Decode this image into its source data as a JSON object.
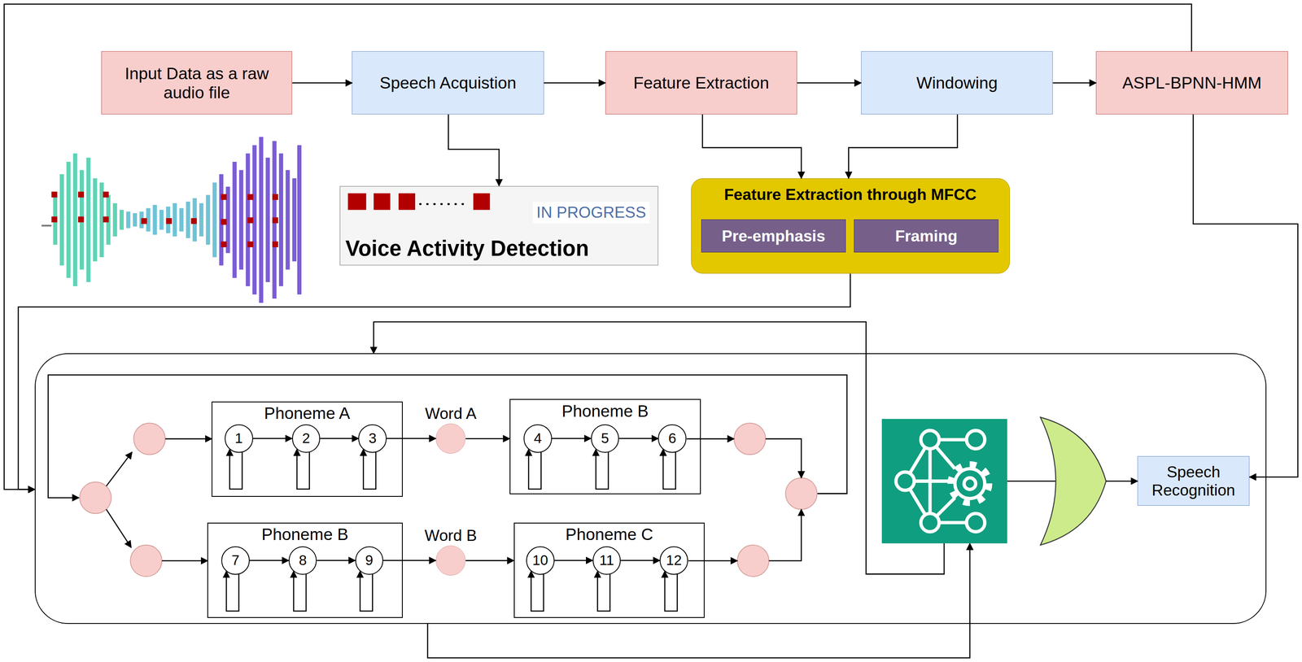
{
  "diagram": {
    "nodes": [
      {
        "text": [
          "Input Data as a raw audio file"
        ]
      },
      {
        "text": [
          "Speech Acquistion"
        ]
      },
      {
        "text": [
          "Feature Extraction"
        ]
      },
      {
        "text": [
          "Windowing"
        ]
      },
      {
        "text": [
          "ASPL-BPNN-HMM"
        ]
      },
      {
        "text": [
          "IN PROGRESS",
          "Voice Activity Detection"
        ]
      },
      {
        "text": [
          "Feature Extraction through MFCC"
        ]
      },
      {
        "text": [
          "Pre-emphasis"
        ],
        "in": 6
      },
      {
        "text": [
          "Framing"
        ],
        "in": 6
      },
      {
        "text": []
      },
      {
        "text": [
          "Phoneme A"
        ],
        "in": 9
      },
      {
        "text": [
          "1"
        ],
        "in": 10
      },
      {
        "text": [
          "2"
        ],
        "in": 10
      },
      {
        "text": [
          "3"
        ],
        "in": 10
      },
      {
        "text": [
          "Word A"
        ],
        "in": 9
      },
      {
        "text": [
          "Phoneme B"
        ],
        "in": 9
      },
      {
        "text": [
          "4"
        ],
        "in": 15
      },
      {
        "text": [
          "5"
        ],
        "in": 15
      },
      {
        "text": [
          "6"
        ],
        "in": 15
      },
      {
        "text": [
          "Phoneme B"
        ],
        "in": 9
      },
      {
        "text": [
          "7"
        ],
        "in": 19
      },
      {
        "text": [
          "8"
        ],
        "in": 19
      },
      {
        "text": [
          "9"
        ],
        "in": 19
      },
      {
        "text": [
          "Word B"
        ],
        "in": 9
      },
      {
        "text": [
          "Phoneme C"
        ],
        "in": 9
      },
      {
        "text": [
          "10"
        ],
        "in": 24
      },
      {
        "text": [
          "11"
        ],
        "in": 24
      },
      {
        "text": [
          "12"
        ],
        "in": 24
      },
      {
        "text": [
          "Speech Recognition"
        ],
        "in": 9
      }
    ],
    "edges": [
      {
        "from": 0,
        "to": 1,
        "arrow": "to"
      },
      {
        "from": 1,
        "to": 2,
        "arrow": "to"
      },
      {
        "from": 2,
        "to": 3,
        "arrow": "to"
      },
      {
        "from": 3,
        "to": 4,
        "arrow": "to"
      },
      {
        "from": 1,
        "to": 5,
        "arrow": "to"
      },
      {
        "from": 2,
        "to": 6,
        "arrow": "to"
      },
      {
        "from": 3,
        "to": 6,
        "arrow": "to"
      },
      {
        "from": 6,
        "to": 9,
        "arrow": "to"
      },
      {
        "from": 4,
        "to": 9,
        "arrow": "to"
      },
      {
        "from": 4,
        "to": 28,
        "arrow": "to"
      },
      {
        "from": 11,
        "to": 12,
        "arrow": "to"
      },
      {
        "from": 12,
        "to": 13,
        "arrow": "to"
      },
      {
        "from": 13,
        "to": 14,
        "arrow": "to"
      },
      {
        "from": 14,
        "to": 15,
        "arrow": "to"
      },
      {
        "from": 16,
        "to": 17,
        "arrow": "to"
      },
      {
        "from": 17,
        "to": 18,
        "arrow": "to"
      },
      {
        "from": 20,
        "to": 21,
        "arrow": "to"
      },
      {
        "from": 21,
        "to": 22,
        "arrow": "to"
      },
      {
        "from": 22,
        "to": 23,
        "arrow": "to"
      },
      {
        "from": 23,
        "to": 24,
        "arrow": "to"
      },
      {
        "from": 25,
        "to": 26,
        "arrow": "to"
      },
      {
        "from": 26,
        "to": 27,
        "arrow": "to"
      },
      {
        "from": 11,
        "to": 11,
        "arrow": "to"
      },
      {
        "from": 12,
        "to": 12,
        "arrow": "to"
      },
      {
        "from": 13,
        "to": 13,
        "arrow": "to"
      },
      {
        "from": 16,
        "to": 16,
        "arrow": "to"
      },
      {
        "from": 17,
        "to": 17,
        "arrow": "to"
      },
      {
        "from": 18,
        "to": 18,
        "arrow": "to"
      },
      {
        "from": 20,
        "to": 20,
        "arrow": "to"
      },
      {
        "from": 21,
        "to": 21,
        "arrow": "to"
      },
      {
        "from": 22,
        "to": 22,
        "arrow": "to"
      },
      {
        "from": 25,
        "to": 25,
        "arrow": "to"
      },
      {
        "from": 26,
        "to": 26,
        "arrow": "to"
      },
      {
        "from": 27,
        "to": 27,
        "arrow": "to"
      }
    ]
  }
}
